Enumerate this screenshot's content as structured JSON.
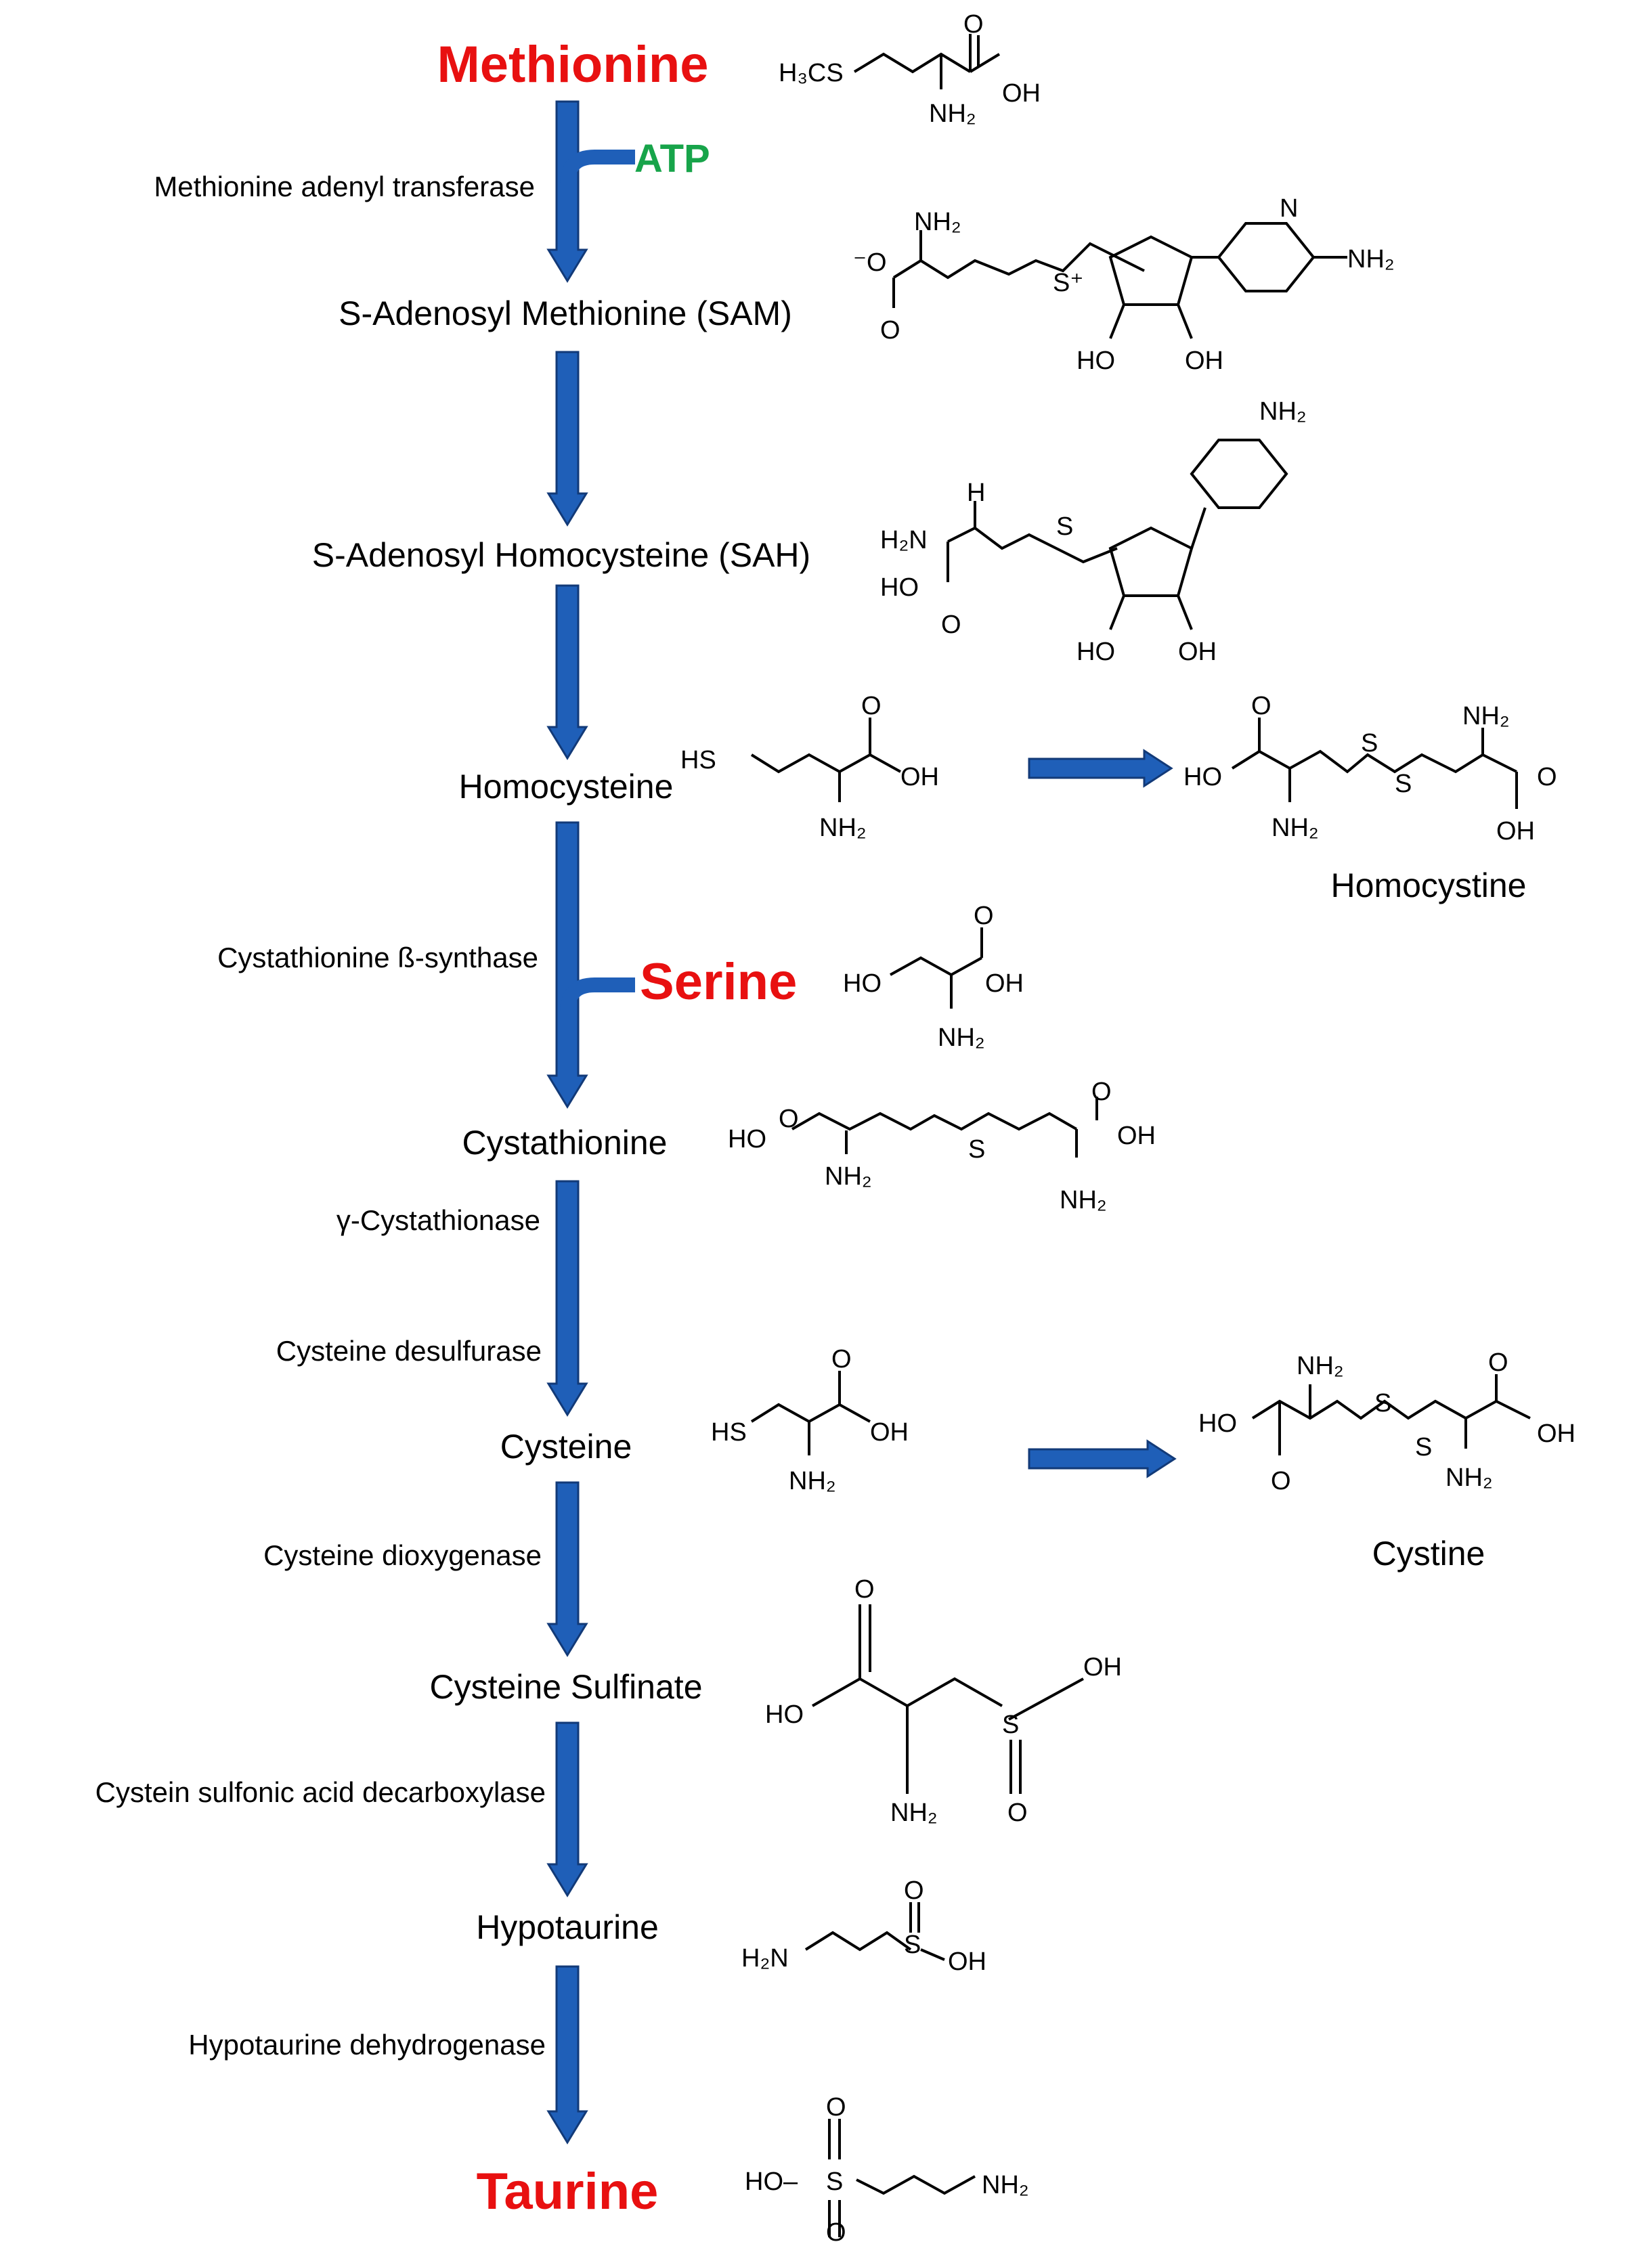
{
  "compounds": {
    "methionine": "Methionine",
    "sam": "S-Adenosyl Methionine (SAM)",
    "sah": "S-Adenosyl Homocysteine (SAH)",
    "homocysteine": "Homocysteine",
    "cystathionine": "Cystathionine",
    "cysteine": "Cysteine",
    "cysteine_sulfinate": "Cysteine Sulfinate",
    "hypotaurine": "Hypotaurine",
    "taurine": "Taurine"
  },
  "enzymes": {
    "mat": "Methionine adenyl transferase",
    "cbs": "Cystathionine ß-synthase",
    "cgl": "γ-Cystathionase",
    "desulf": "Cysteine desulfurase",
    "cdo": "Cysteine dioxygenase",
    "csad": "Cystein sulfonic acid decarboxylase",
    "htdh": "Hypotaurine dehydrogenase"
  },
  "cofactors": {
    "atp": "ATP",
    "serine": "Serine"
  },
  "side_products": {
    "homocystine": "Homocystine",
    "cystine": "Cystine"
  },
  "atoms": {
    "h3cs": "H₃CS",
    "o": "O",
    "oh": "OH",
    "ho": "HO",
    "nh2": "NH₂",
    "h2n": "H₂N",
    "o_minus": "⁻O",
    "s_plus": "S⁺",
    "s": "S",
    "n": "N",
    "h": "H",
    "sh": "HS",
    "ho_dash": "HO–"
  },
  "colors": {
    "arrow": "#1f5fb8",
    "arrow_edge": "#123a78",
    "key_compound": "#e81010",
    "atp": "#17a44a"
  }
}
